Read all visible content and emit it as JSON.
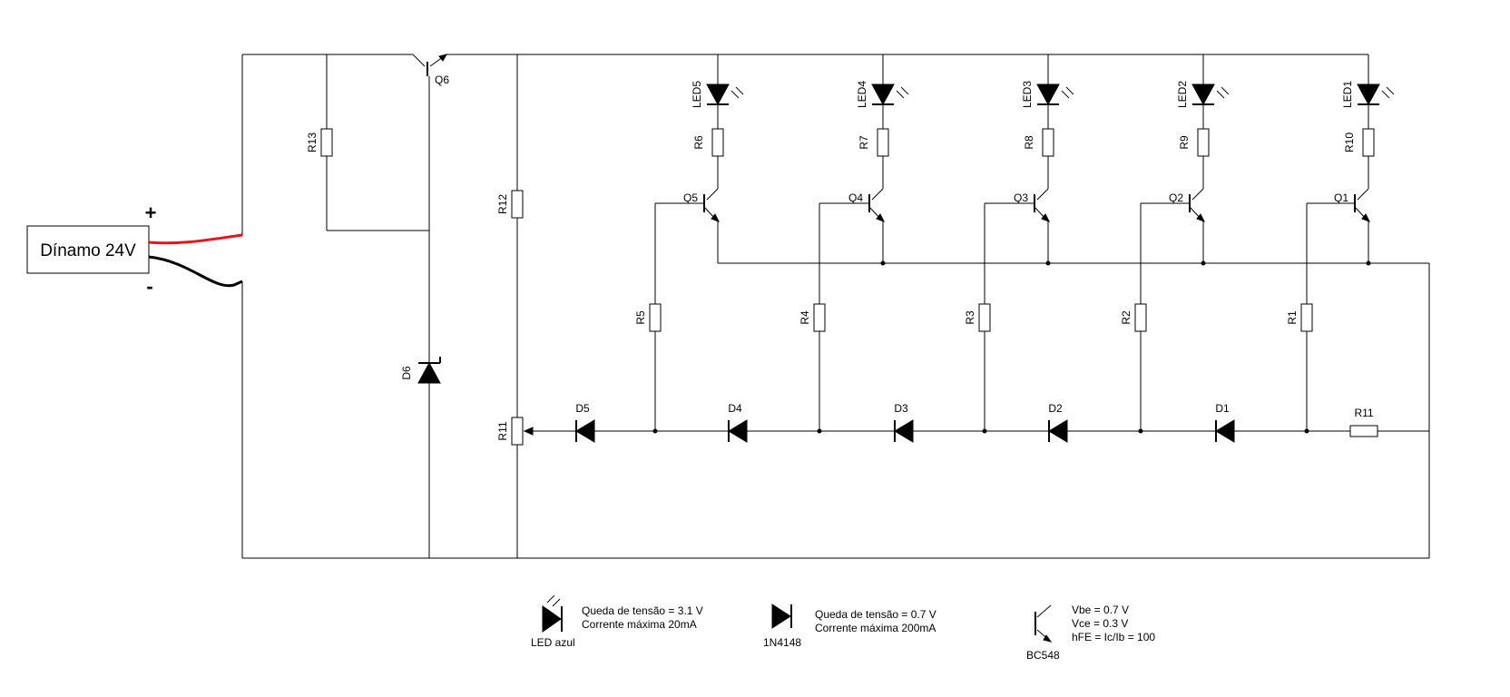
{
  "source": {
    "label": "Dínamo 24V",
    "plus_sign": "+",
    "minus_sign": "-",
    "plus_wire_color": "#e8131b",
    "minus_wire_color": "#000000"
  },
  "q6": {
    "label": "Q6"
  },
  "r13": {
    "label": "R13"
  },
  "r12": {
    "label": "R12"
  },
  "d6": {
    "label": "D6"
  },
  "r11_pot": {
    "label": "R11"
  },
  "r11_series": {
    "label": "R11"
  },
  "stages": [
    {
      "led": "LED5",
      "r_led": "R6",
      "q": "Q5",
      "r_base": "R5",
      "diode": "D5"
    },
    {
      "led": "LED4",
      "r_led": "R7",
      "q": "Q4",
      "r_base": "R4",
      "diode": "D4"
    },
    {
      "led": "LED3",
      "r_led": "R8",
      "q": "Q3",
      "r_base": "R3",
      "diode": "D3"
    },
    {
      "led": "LED2",
      "r_led": "R9",
      "q": "Q2",
      "r_base": "R2",
      "diode": "D2"
    },
    {
      "led": "LED1",
      "r_led": "R10",
      "q": "Q1",
      "r_base": "R1",
      "diode": "D1"
    }
  ],
  "legend": {
    "led": {
      "name": "LED azul",
      "line1": "Queda de tensão = 3.1 V",
      "line2": "Corrente máxima 20mA"
    },
    "diode": {
      "name": "1N4148",
      "line1": "Queda de tensão = 0.7 V",
      "line2": "Corrente máxima 200mA"
    },
    "transistor": {
      "name": "BC548",
      "line1": "Vbe = 0.7 V",
      "line2": "Vce = 0.3 V",
      "line3": "hFE = Ic/Ib = 100"
    }
  }
}
